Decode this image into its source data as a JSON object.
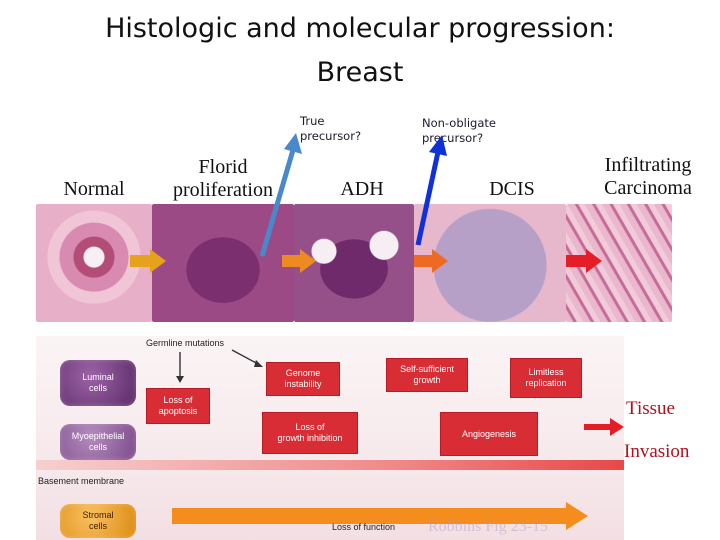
{
  "title": {
    "line1": "Histologic and molecular progression:",
    "line2": "Breast"
  },
  "stages": {
    "normal": "Normal",
    "florid_1": "Florid",
    "florid_2": "proliferation",
    "adh": "ADH",
    "dcis": "DCIS",
    "infiltrating_1": "Infiltrating",
    "infiltrating_2": "Carcinoma"
  },
  "annotations": {
    "true_precursor_1": "True",
    "true_precursor_2": "precursor?",
    "non_obligate_1": "Non-obligate",
    "non_obligate_2": "precursor?"
  },
  "cell_types": {
    "luminal_1": "Luminal",
    "luminal_2": "cells",
    "myo_1": "Myoepithelial",
    "myo_2": "cells",
    "basement": "Basement membrane",
    "stromal_1": "Stromal",
    "stromal_2": "cells"
  },
  "events": {
    "germline": "Germline mutations",
    "loss_apoptosis_1": "Loss of",
    "loss_apoptosis_2": "apoptosis",
    "genome_1": "Genome",
    "genome_2": "instability",
    "self_suff_1": "Self-sufficient",
    "self_suff_2": "growth",
    "limitless_1": "Limitless",
    "limitless_2": "replication",
    "loss_growth_1": "Loss of",
    "loss_growth_2": "growth inhibition",
    "angiogenesis": "Angiogenesis",
    "loss_function": "Loss of function",
    "citation": "Robbins Fig 23-15"
  },
  "legend": {
    "tissue": "Tissue",
    "invasion": "Invasion"
  },
  "colors": {
    "red_box": "#d92d36",
    "luminal": "#7a3f86",
    "myoepithelial": "#9b6aa6",
    "stromal": "#f2a21b",
    "precursor_arrow_light": "#4a88cc",
    "precursor_arrow_dark": "#1030d8",
    "legend_red": "#e41e26"
  }
}
